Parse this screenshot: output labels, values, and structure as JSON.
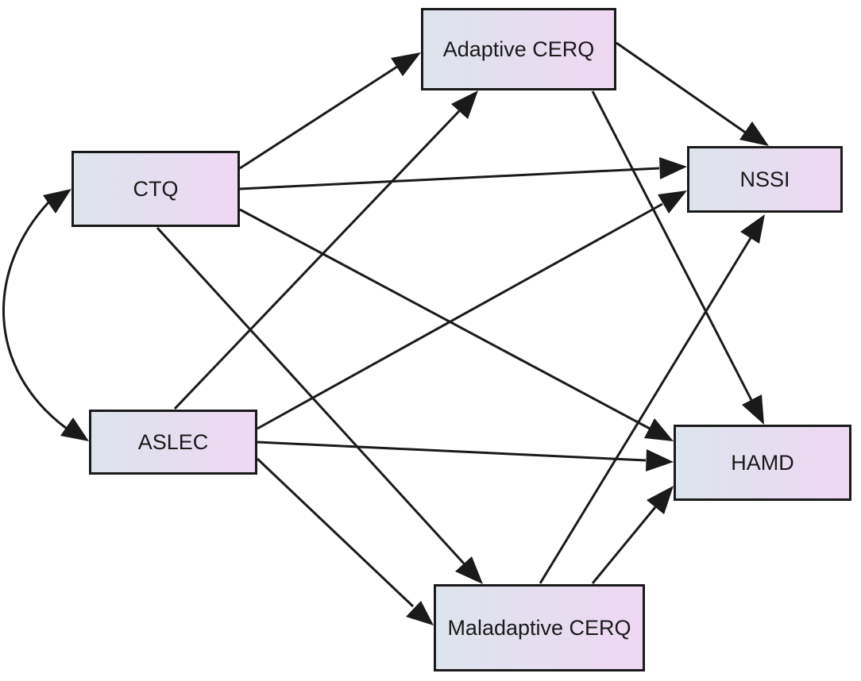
{
  "diagram": {
    "colors": {
      "node_fill_start": "#dde4ec",
      "node_fill_end": "#eed8f2",
      "stroke": "#1a1a1a"
    },
    "nodes": {
      "adaptive_cerq": "Adaptive CERQ",
      "ctq": "CTQ",
      "nssi": "NSSI",
      "aslec": "ASLEC",
      "hamd": "HAMD",
      "maladaptive_cerq": "Maladaptive CERQ"
    },
    "edges": [
      {
        "from": "CTQ",
        "to": "Adaptive CERQ"
      },
      {
        "from": "CTQ",
        "to": "NSSI"
      },
      {
        "from": "CTQ",
        "to": "HAMD"
      },
      {
        "from": "CTQ",
        "to": "Maladaptive CERQ"
      },
      {
        "from": "ASLEC",
        "to": "Adaptive CERQ"
      },
      {
        "from": "ASLEC",
        "to": "NSSI"
      },
      {
        "from": "ASLEC",
        "to": "HAMD"
      },
      {
        "from": "ASLEC",
        "to": "Maladaptive CERQ"
      },
      {
        "from": "Adaptive CERQ",
        "to": "NSSI"
      },
      {
        "from": "Adaptive CERQ",
        "to": "HAMD"
      },
      {
        "from": "Maladaptive CERQ",
        "to": "NSSI"
      },
      {
        "from": "Maladaptive CERQ",
        "to": "HAMD"
      },
      {
        "from": "CTQ",
        "to": "ASLEC",
        "type": "covariance"
      }
    ]
  }
}
